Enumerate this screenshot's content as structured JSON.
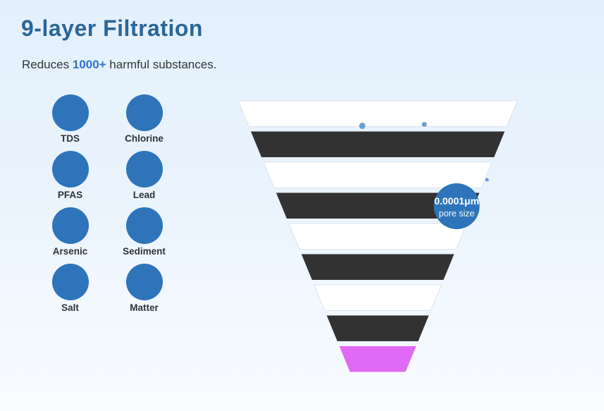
{
  "page": {
    "title": "9-layer Filtration",
    "subtitle_prefix": "Reduces ",
    "subtitle_highlight": "1000+",
    "subtitle_suffix": " harmful substances."
  },
  "substances": [
    {
      "label": "TDS"
    },
    {
      "label": "Chlorine"
    },
    {
      "label": "PFAS"
    },
    {
      "label": "Lead"
    },
    {
      "label": "Arsenic"
    },
    {
      "label": "Sediment"
    },
    {
      "label": "Salt"
    },
    {
      "label": "Matter"
    }
  ],
  "funnel": {
    "layer_count": 9,
    "layers": [
      {
        "name": "layer-1",
        "color": "#ffffff",
        "stroke": "#dce3ea"
      },
      {
        "name": "layer-2",
        "color": "#323232",
        "stroke": ""
      },
      {
        "name": "layer-3",
        "color": "#ffffff",
        "stroke": "#dce3ea"
      },
      {
        "name": "layer-4",
        "color": "#323232",
        "stroke": ""
      },
      {
        "name": "layer-5",
        "color": "#ffffff",
        "stroke": "#dce3ea"
      },
      {
        "name": "layer-6",
        "color": "#323232",
        "stroke": ""
      },
      {
        "name": "layer-7",
        "color": "#ffffff",
        "stroke": "#dce3ea"
      },
      {
        "name": "layer-8",
        "color": "#323232",
        "stroke": ""
      },
      {
        "name": "layer-9",
        "color": "#e06af5",
        "stroke": ""
      }
    ],
    "badge": {
      "line1": "0.0001μm",
      "line2": "pore size"
    }
  },
  "colors": {
    "title_blue": "#2a6697",
    "highlight_blue": "#3274cc",
    "circle_blue": "#2e74ba",
    "badge_blue": "#2e74ba",
    "particle_dot_blue": "#69a0d4",
    "dark_layer": "#323232",
    "final_layer_magenta": "#e06af5"
  }
}
